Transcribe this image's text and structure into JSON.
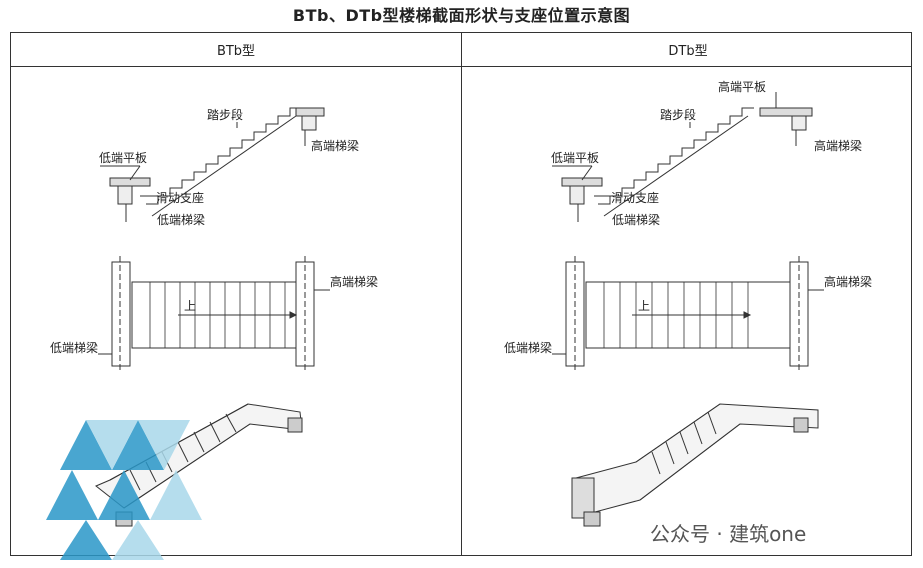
{
  "title": "BTb、DTb型楼梯截面形状与支座位置示意图",
  "left": {
    "heading": "BTb型",
    "labels": {
      "step_segment": "踏步段",
      "low_platform": "低端平板",
      "high_beam": "高端梯梁",
      "sliding_support": "滑动支座",
      "low_beam": "低端梯梁",
      "plan_high_beam": "高端梯梁",
      "plan_low_beam": "低端梯梁",
      "up": "上"
    }
  },
  "right": {
    "heading": "DTb型",
    "labels": {
      "high_platform": "高端平板",
      "step_segment": "踏步段",
      "low_platform": "低端平板",
      "high_beam": "高端梯梁",
      "sliding_support": "滑动支座",
      "low_beam": "低端梯梁",
      "plan_high_beam": "高端梯梁",
      "plan_low_beam": "低端梯梁",
      "up": "上"
    }
  },
  "watermark": {
    "text": "公众号 · 建筑one",
    "colors": {
      "logo_blue": "#2a97c8",
      "logo_light": "#a9d8ea"
    }
  }
}
